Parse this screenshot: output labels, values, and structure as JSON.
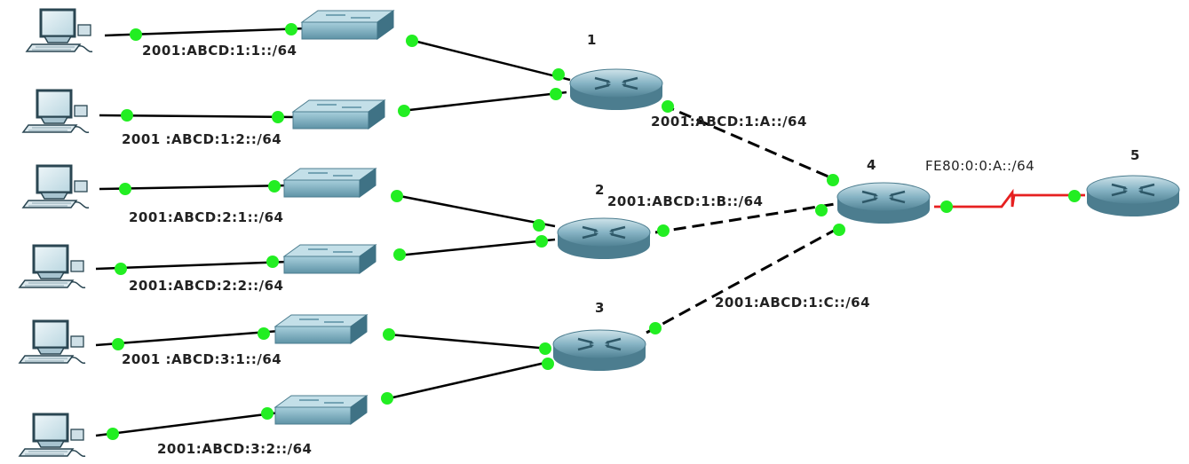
{
  "routers": [
    {
      "id": "r1",
      "label": "1"
    },
    {
      "id": "r2",
      "label": "2"
    },
    {
      "id": "r3",
      "label": "3"
    },
    {
      "id": "r4",
      "label": "4"
    },
    {
      "id": "r5",
      "label": "5"
    }
  ],
  "subnets": {
    "lan_1_1": "2001:ABCD:1:1::/64",
    "lan_1_2": "2001 :ABCD:1:2::/64",
    "lan_2_1": "2001:ABCD:2:1::/64",
    "lan_2_2": "2001:ABCD:2:2::/64",
    "lan_3_1": "2001 :ABCD:3:1::/64",
    "lan_3_2": "2001:ABCD:3:2::/64",
    "link_1_4": "2001:ABCD:1:A::/64",
    "link_2_4": "2001:ABCD:1:B::/64",
    "link_3_4": "2001:ABCD:1:C::/64",
    "link_4_5": "FE80:0:0:A::/64"
  },
  "colors": {
    "endpoint": "#22ee22",
    "ethernet": "#000000",
    "serial": "#e62020",
    "device": "#6fa3b8"
  }
}
